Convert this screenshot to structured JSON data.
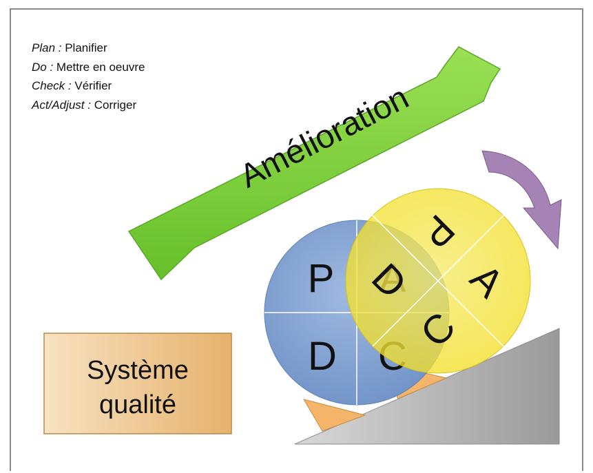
{
  "legend": [
    {
      "term": "Plan :",
      "definition": "Planifier"
    },
    {
      "term": "Do :",
      "definition": "Mettre en oeuvre"
    },
    {
      "term": "Check :",
      "definition": "Vérifier"
    },
    {
      "term": "Act/Adjust :",
      "definition": "Corriger"
    }
  ],
  "arrow_label": "Amélioration",
  "quality_box": {
    "line1": "Système",
    "line2": "qualité"
  },
  "wheel_back": {
    "p": "P",
    "a": "A",
    "d": "D",
    "c": "C"
  },
  "wheel_front": {
    "p": "P",
    "a": "A",
    "c": "C",
    "d": "D"
  },
  "colors": {
    "arrow": "#7ed23a",
    "wheel_back": "#7f9fd0",
    "wheel_front": "#f7ea3c",
    "ramp": "#b5b5b5",
    "wedge": "#f4b46a",
    "box": "#e9b774",
    "rotation_arrow": "#a583b5"
  }
}
